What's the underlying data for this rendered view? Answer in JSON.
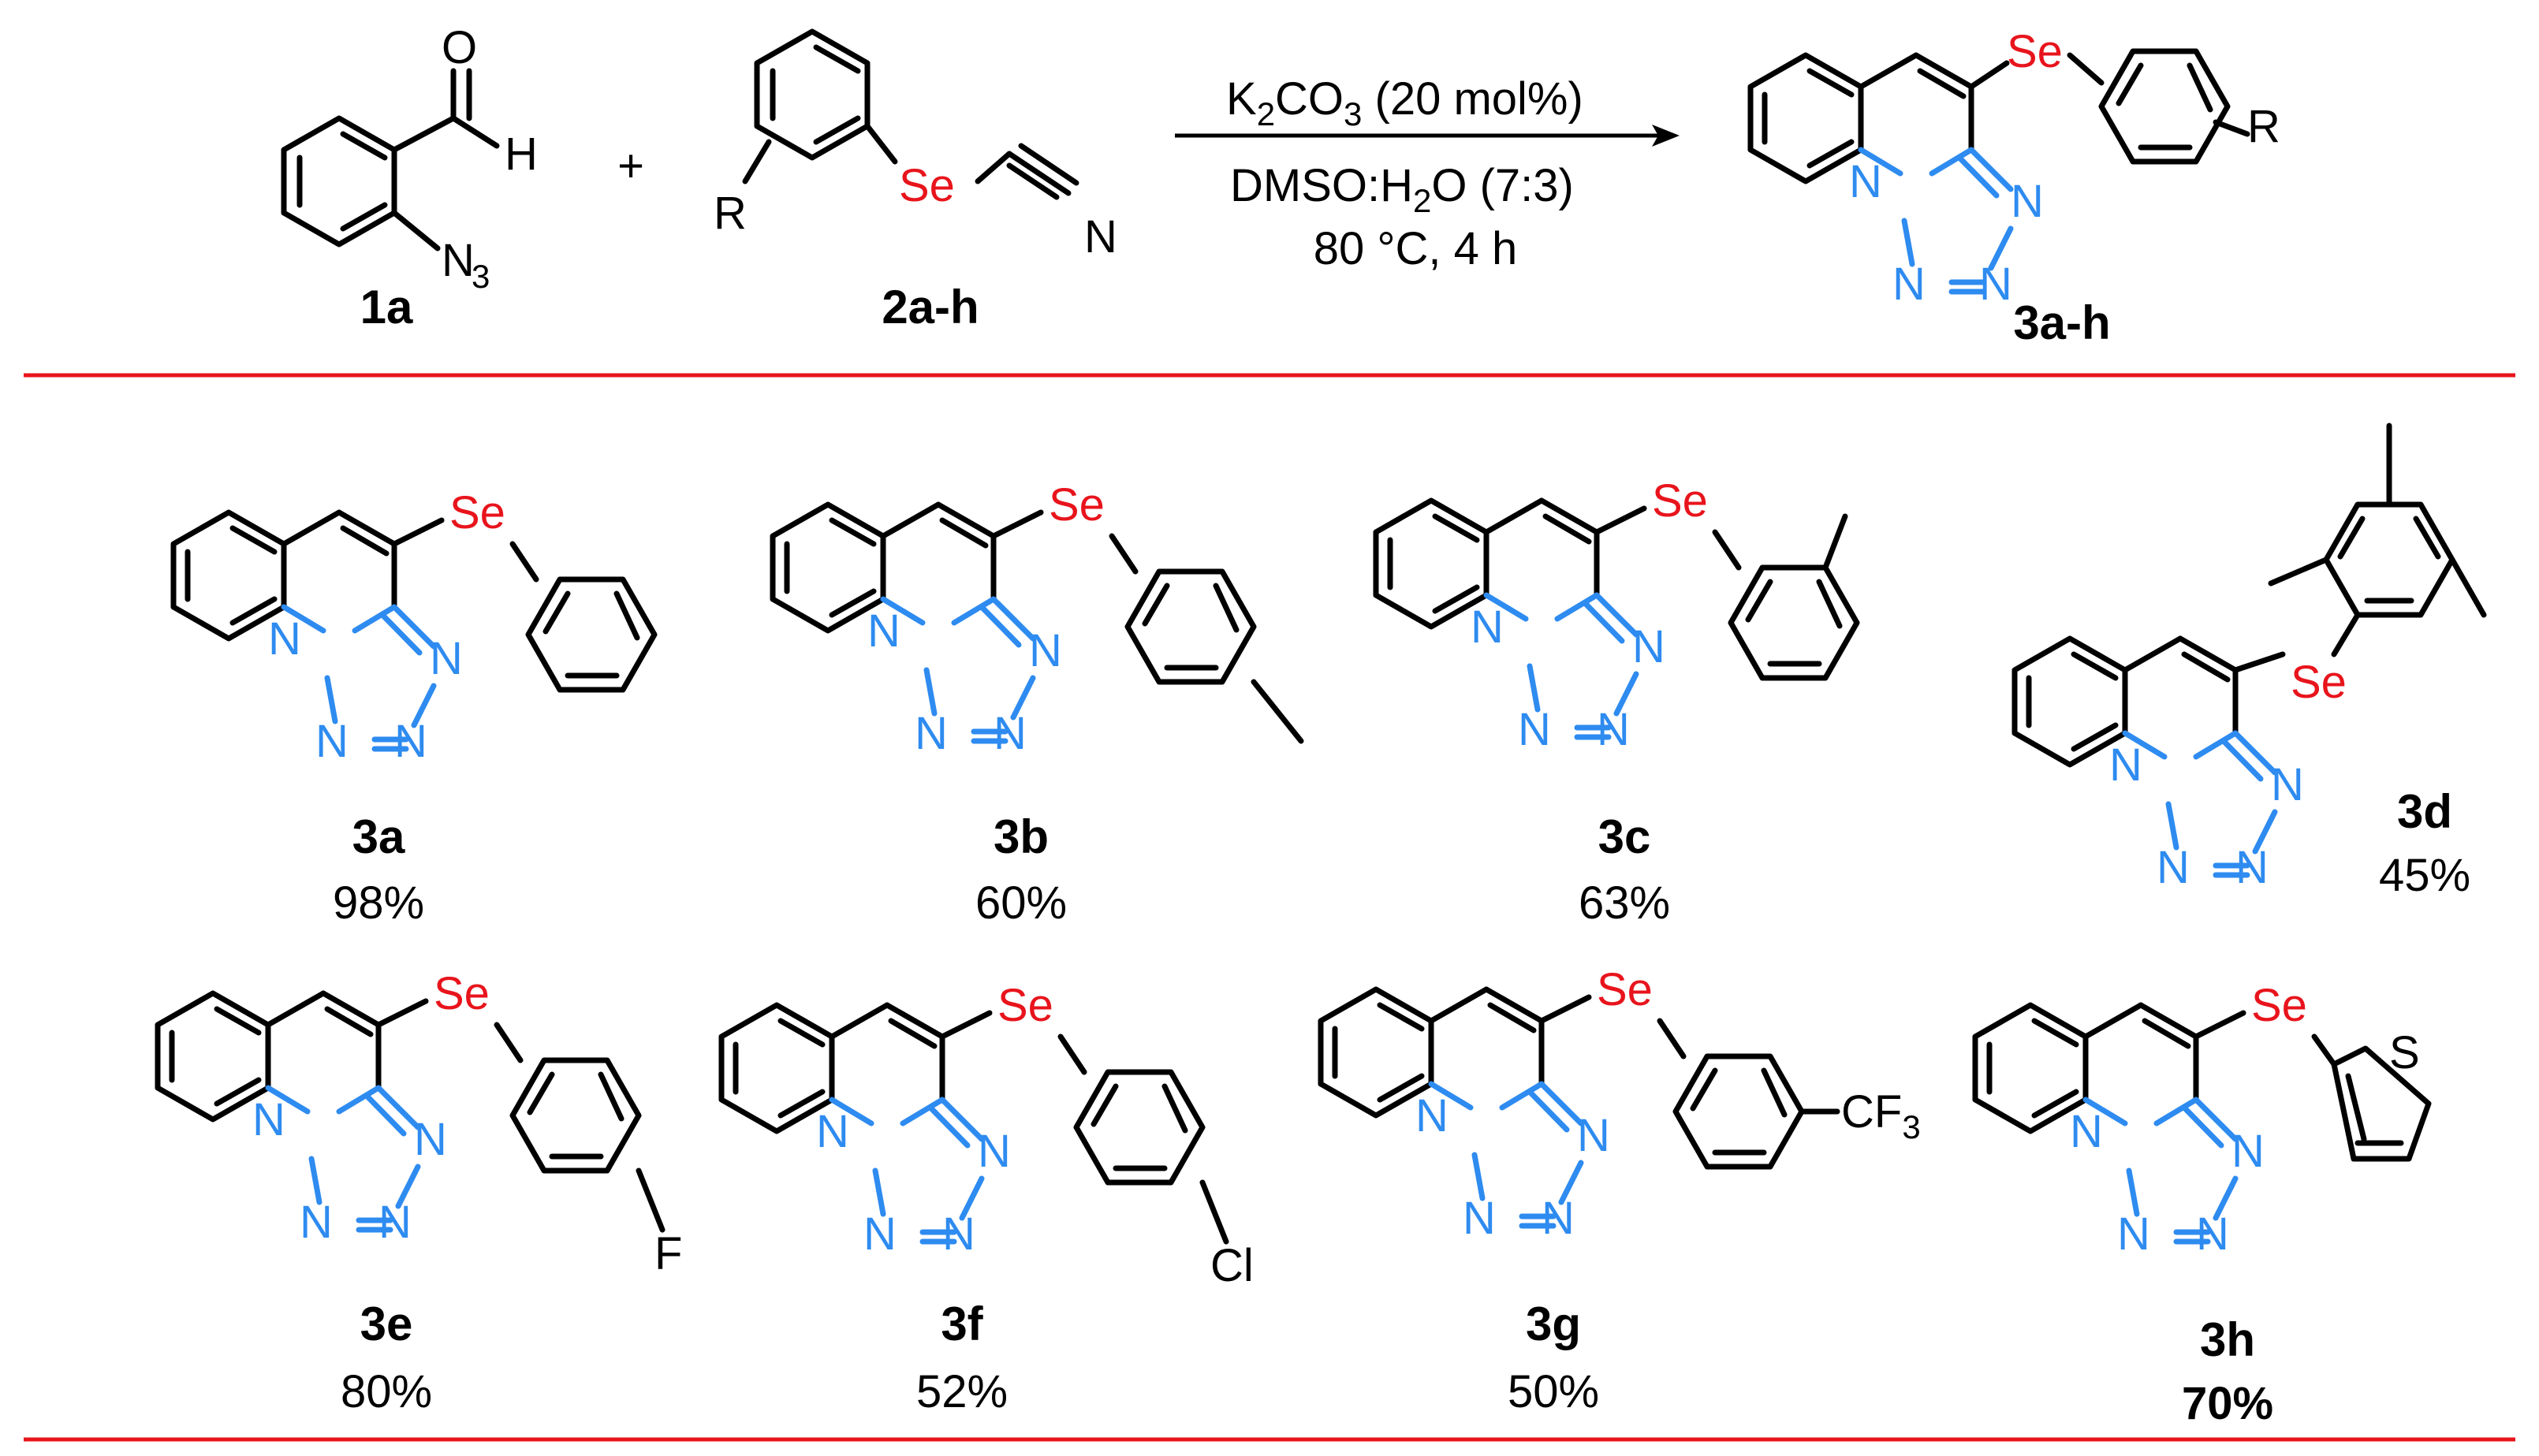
{
  "colors": {
    "selenium": "#e8141c",
    "tetrazole": "#2e8bf0",
    "rule": "#e8141c",
    "bond": "#000000"
  },
  "reaction": {
    "reagent_1a": {
      "label": "1a",
      "atoms": {
        "O": "O",
        "H": "H",
        "N3_main": "N",
        "N3_sub": "3"
      }
    },
    "plus": "+",
    "reagent_2": {
      "label": "2a-h",
      "atoms": {
        "R": "R",
        "Se": "Se",
        "N": "N"
      }
    },
    "conditions": {
      "line1_main": "K",
      "line1_sub": "2",
      "line1_rest1": "CO",
      "line1_sub2": "3",
      "line1_rest2": " (20 mol%)",
      "line2_main": "DMSO:H",
      "line2_sub": "2",
      "line2_rest": "O (7:3)",
      "line3": "80 °C, 4 h"
    },
    "product": {
      "label": "3a-h",
      "atoms": {
        "Se": "Se",
        "R": "R",
        "N1": "N",
        "N2": "N",
        "N3": "N",
        "N4": "N"
      }
    }
  },
  "tetrazole_atoms": {
    "N1": "N",
    "N2": "N",
    "N3": "N",
    "N4": "N"
  },
  "se_label": "Se",
  "products": [
    {
      "label": "3a",
      "yield": "98%"
    },
    {
      "label": "3b",
      "yield": "60%"
    },
    {
      "label": "3c",
      "yield": "63%"
    },
    {
      "label": "3d",
      "yield": "45%"
    },
    {
      "label": "3e",
      "yield": "80%",
      "substituent": "F"
    },
    {
      "label": "3f",
      "yield": "52%",
      "substituent": "Cl"
    },
    {
      "label": "3g",
      "yield": "50%",
      "substituent_main": "CF",
      "substituent_sub": "3"
    },
    {
      "label": "3h",
      "yield": "70%",
      "heteroatom": "S"
    }
  ]
}
